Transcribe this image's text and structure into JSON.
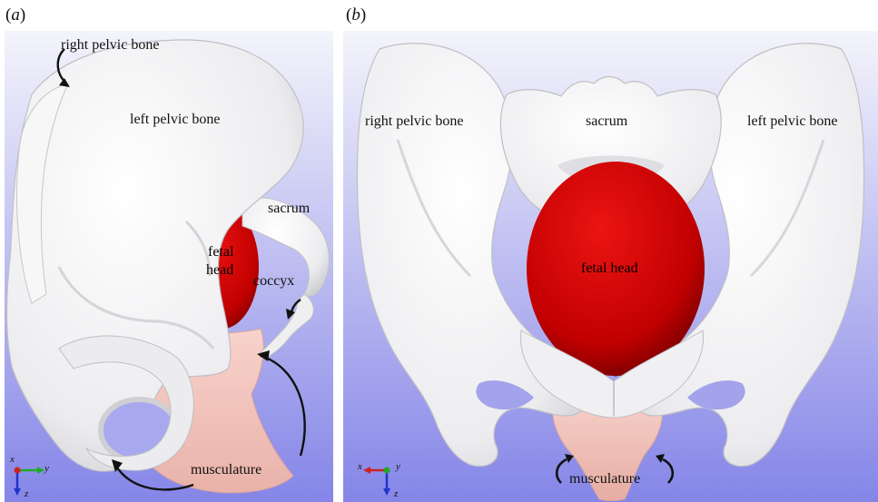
{
  "panels": [
    {
      "label": "a",
      "annotations": {
        "right_pelvic_bone": "right pelvic bone",
        "left_pelvic_bone": "left pelvic bone",
        "sacrum": "sacrum",
        "fetal_head_line1": "fetal",
        "fetal_head_line2": "head",
        "coccyx": "coccyx",
        "musculature": "musculature"
      },
      "axes": {
        "horizontal": "y",
        "vertical": "z",
        "out_of_plane": "x"
      }
    },
    {
      "label": "b",
      "annotations": {
        "right_pelvic_bone": "right pelvic bone",
        "sacrum": "sacrum",
        "left_pelvic_bone": "left pelvic bone",
        "fetal_head": "fetal head",
        "musculature": "musculature"
      },
      "axes": {
        "horizontal": "x",
        "vertical": "z",
        "out_of_plane": "y"
      }
    }
  ],
  "colors": {
    "background_top": "#f4f4fb",
    "background_bottom": "#8585e8",
    "bone": "#f2f2f2",
    "bone_shadow": "#c9c9cf",
    "fetal_head": "#cc0000",
    "fetal_head_dark": "#7a0000",
    "musculature": "#f5c8c0",
    "musculature_shadow": "#d9a49b",
    "axis_x": "#cc2222",
    "axis_y": "#22aa22",
    "axis_z": "#2233cc"
  }
}
